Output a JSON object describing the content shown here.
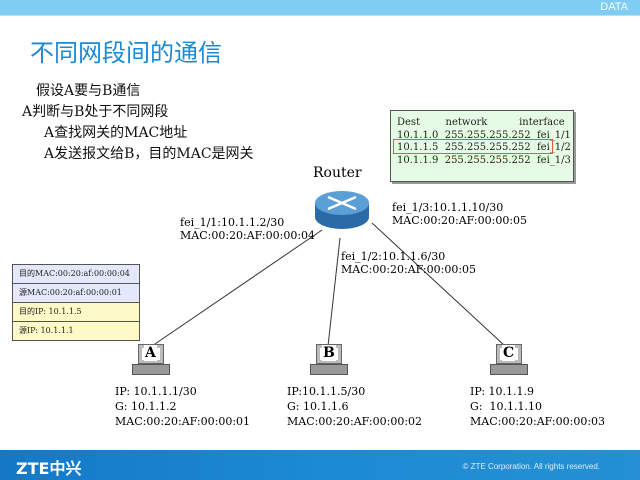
{
  "header": {
    "tag": "DATA",
    "title": "不同网段间的通信"
  },
  "bullets": [
    "假设A要与B通信",
    "A判断与B处于不同网段",
    "A查找网关的MAC地址",
    "A发送报文给B，目的MAC是网关"
  ],
  "routing_table": {
    "header": "Dest        network          interface",
    "rows": [
      "10.1.1.0  255.255.255.252  fei_1/1",
      "10.1.1.5  255.255.255.252  fei_1/2",
      "10.1.1.9  255.255.255.252  fei_1/3"
    ]
  },
  "router": {
    "label": "Router",
    "if1": [
      "fei_1/1:10.1.1.2/30",
      "MAC:00:20:AF:00:00:04"
    ],
    "if2": [
      "fei_1/2:10.1.1.6/30",
      "MAC:00:20:AF:00:00:05"
    ],
    "if3": [
      "fei_1/3:10.1.1.10/30",
      "MAC:00:20:AF:00:00:05"
    ]
  },
  "packet": [
    "目的MAC:00:20:af:00:00:04",
    "源MAC:00:20:af:00:00:01",
    "目的IP: 10.1.1.5",
    "源IP: 10.1.1.1"
  ],
  "hosts": [
    {
      "name": "A",
      "lines": [
        "IP: 10.1.1.1/30",
        "G: 10.1.1.2",
        "MAC:00:20:AF:00:00:01"
      ]
    },
    {
      "name": "B",
      "lines": [
        "IP:10.1.1.5/30",
        "G: 10.1.1.6",
        "MAC:00:20:AF:00:00:02"
      ]
    },
    {
      "name": "C",
      "lines": [
        "IP: 10.1.1.9",
        "G:  10.1.1.10",
        "MAC:00:20:AF:00:00:03"
      ]
    }
  ],
  "footer": {
    "logo": "ZTE中兴",
    "copyright": "© ZTE Corporation. All rights reserved."
  }
}
